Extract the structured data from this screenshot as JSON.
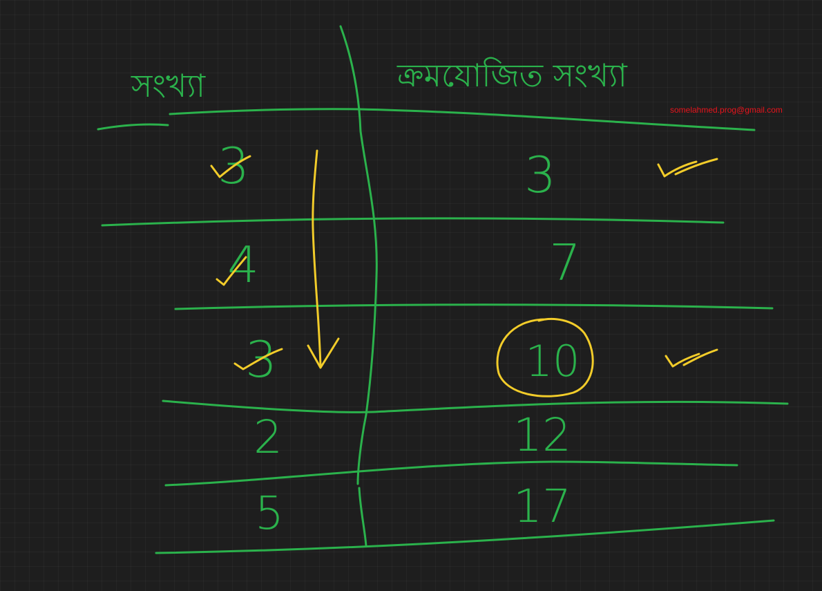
{
  "table": {
    "headers": [
      "সংখ্যা",
      "ক্রমযোজিত সংখ্যা"
    ],
    "rows": [
      {
        "value": "3",
        "cumulative": "3"
      },
      {
        "value": "4",
        "cumulative": "7"
      },
      {
        "value": "3",
        "cumulative": "10"
      },
      {
        "value": "2",
        "cumulative": "12"
      },
      {
        "value": "5",
        "cumulative": "17"
      }
    ]
  },
  "watermark": "somelahmed.prog@gmail.com",
  "colors": {
    "background": "#1e1e1e",
    "ink_green": "#2bb24c",
    "ink_yellow": "#f2cc2a",
    "watermark_red": "#e8141c"
  }
}
